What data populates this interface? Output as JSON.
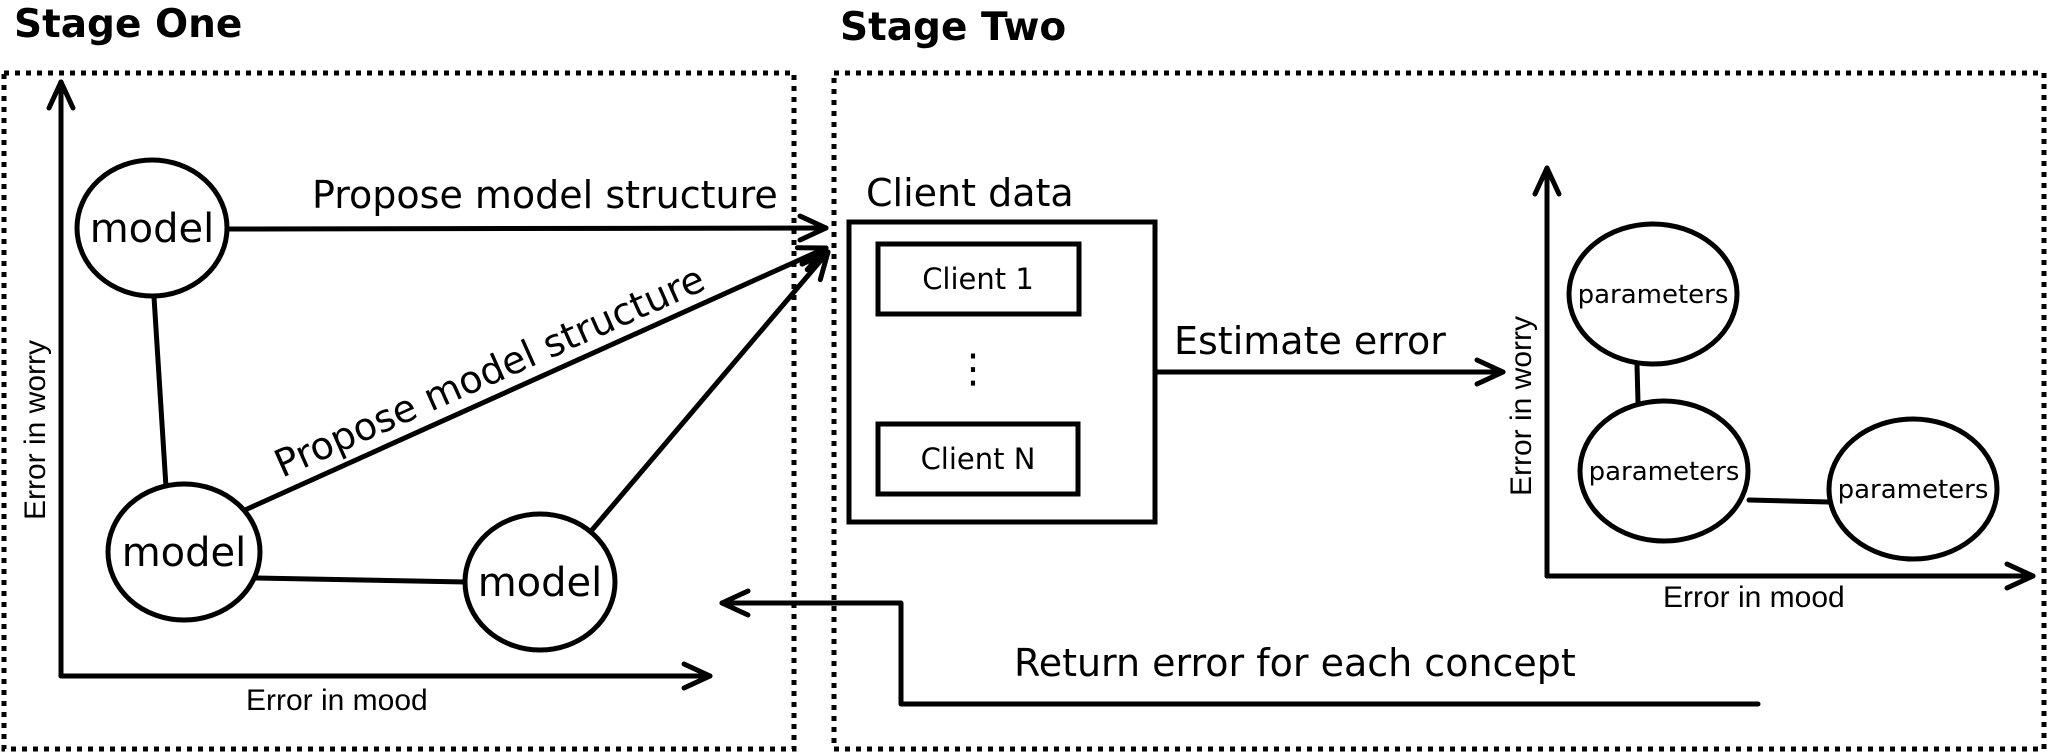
{
  "stage_one": {
    "title": "Stage One",
    "axis": {
      "x_label": "Error in mood",
      "y_label": "Error in worry"
    },
    "nodes": {
      "top": "model",
      "middle": "model",
      "right": "model"
    },
    "edge_labels": {
      "propose_straight": "Propose model structure",
      "propose_diagonal": "Propose model structure"
    }
  },
  "stage_two": {
    "title": "Stage Two",
    "client_data": {
      "title": "Client data",
      "client_first": "Client 1",
      "ellipsis": "⋮",
      "client_last": "Client N"
    },
    "estimate_label": "Estimate error",
    "return_label": "Return error for each concept",
    "axis": {
      "x_label": "Error in mood",
      "y_label": "Error in worry"
    },
    "nodes": {
      "top": "parameters",
      "middle": "parameters",
      "right": "parameters"
    }
  }
}
